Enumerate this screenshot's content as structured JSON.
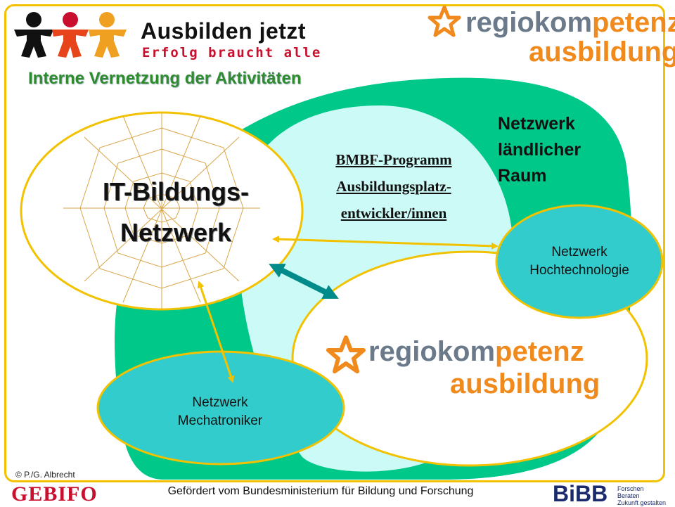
{
  "header": {
    "brand_title": "Ausbilden jetzt",
    "brand_slogan": "Erfolg braucht alle",
    "logo_word_a": "regiokom",
    "logo_word_b": "petenz",
    "logo_word_c": "ausbildung"
  },
  "page_title": "Interne Vernetzung der Aktivitäten",
  "nodes": {
    "rural": [
      "Netzwerk",
      "ländlicher",
      "Raum"
    ],
    "bmbf": [
      "BMBF-Programm",
      "Ausbildungsplatz-",
      "entwickler/innen"
    ],
    "it": [
      "IT-Bildungs-",
      "Netzwerk"
    ],
    "hightech": [
      "Netzwerk",
      "Hochtechnologie"
    ],
    "mecha": [
      "Netzwerk",
      "Mechatroniker"
    ]
  },
  "center_logo": {
    "word_a": "regiokom",
    "word_b": "petenz",
    "word_c": "ausbildung"
  },
  "footer": {
    "copyright": "© P./G. Albrecht",
    "funding": "Gefördert vom Bundesministerium für Bildung und Forschung",
    "gebifo": "GEBIFO",
    "bibb": "BiBB",
    "bibb_tag": [
      "Forschen",
      "Beraten",
      "Zukunft gestalten"
    ]
  },
  "colors": {
    "frame": "#f2c200",
    "green": "#00c888",
    "light_cyan": "#ccfaf6",
    "teal": "#33cccc",
    "arrow_yellow": "#f2c200",
    "arrow_teal": "#008b8b",
    "title_green": "#2e8b2e",
    "brand_orange": "#f08a1c"
  }
}
